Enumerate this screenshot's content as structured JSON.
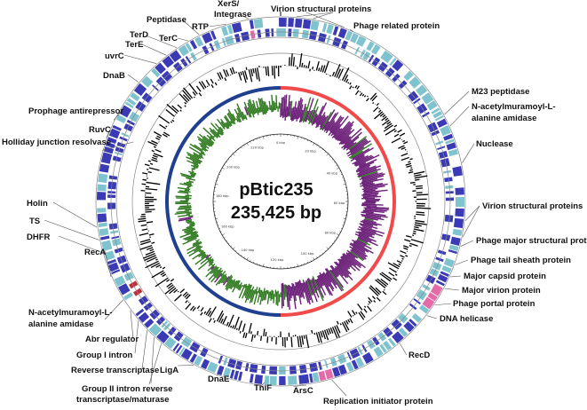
{
  "plasmid": {
    "name": "pBtic235",
    "size": "235,425 bp"
  },
  "colors": {
    "cds_blue": "#3a3ab4",
    "cds_teal": "#7fc3cf",
    "special_pink": "#e46aa8",
    "strand_red": "#f04a4a",
    "strand_navy": "#1f3f8f",
    "skew_green": "#2f7a1f",
    "skew_purple": "#6b1f78",
    "gc_black": "#000000",
    "leader_line": "#555555"
  },
  "tick_labels": [
    "0 kbp",
    "20 kbp",
    "40 kbp",
    "60 kbp",
    "80 kbp",
    "100 kbp",
    "120 kbp",
    "140 kbp",
    "160 kbp",
    "180 kbp",
    "200 kbp",
    "220 kbp"
  ],
  "genes": [
    {
      "text": "Virion structural proteins",
      "strand": "plus"
    },
    {
      "text": "Phage related protein",
      "strand": "plus"
    },
    {
      "text": "M23 peptidase",
      "strand": "plus"
    },
    {
      "text": "N-acetylmuramoyl-L-",
      "strand": "plus"
    },
    {
      "text": "alanine amidase",
      "strand": "plus"
    },
    {
      "text": "Nuclease",
      "strand": "plus"
    },
    {
      "text": "Virion structural proteins",
      "strand": "plus"
    },
    {
      "text": "Phage major structural protein",
      "strand": "plus"
    },
    {
      "text": "Phage tail sheath protein",
      "strand": "plus"
    },
    {
      "text": "Major capsid protein",
      "strand": "plus"
    },
    {
      "text": "Major virion protein",
      "strand": "plus"
    },
    {
      "text": "Phage portal protein",
      "strand": "plus"
    },
    {
      "text": "DNA helicase",
      "strand": "plus"
    },
    {
      "text": "RecD",
      "strand": "plus"
    },
    {
      "text": "Replication initiator protein",
      "strand": "plus"
    },
    {
      "text": "ArsC",
      "strand": "minus"
    },
    {
      "text": "ThiF",
      "strand": "minus"
    },
    {
      "text": "DnaE",
      "strand": "minus"
    },
    {
      "text": "LigA",
      "strand": "minus"
    },
    {
      "text": "Group II intron reverse",
      "strand": "minus"
    },
    {
      "text": "transcriptase/maturase",
      "strand": "minus"
    },
    {
      "text": "Reverse transcriptase",
      "strand": "minus"
    },
    {
      "text": "Group I intron",
      "strand": "minus"
    },
    {
      "text": "Abr regulator",
      "strand": "minus"
    },
    {
      "text": "N-acetylmuramoyl-L-",
      "strand": "minus"
    },
    {
      "text": "alanine amidase",
      "strand": "minus"
    },
    {
      "text": "RecA",
      "strand": "minus"
    },
    {
      "text": "DHFR",
      "strand": "minus"
    },
    {
      "text": "TS",
      "strand": "minus"
    },
    {
      "text": "Holin",
      "strand": "minus"
    },
    {
      "text": "Holliday junction resolvase",
      "strand": "minus"
    },
    {
      "text": "RuvC",
      "strand": "minus"
    },
    {
      "text": "Prophage antirepressor",
      "strand": "minus"
    },
    {
      "text": "DnaB",
      "strand": "minus"
    },
    {
      "text": "uvrC",
      "strand": "minus"
    },
    {
      "text": "TerE",
      "strand": "minus"
    },
    {
      "text": "TerD",
      "strand": "minus"
    },
    {
      "text": "TerC",
      "strand": "minus"
    },
    {
      "text": "Peptidase",
      "strand": "minus"
    },
    {
      "text": "RTP",
      "strand": "minus"
    },
    {
      "text": "XerS/",
      "strand": "minus"
    },
    {
      "text": "Integrase",
      "strand": "minus"
    }
  ]
}
